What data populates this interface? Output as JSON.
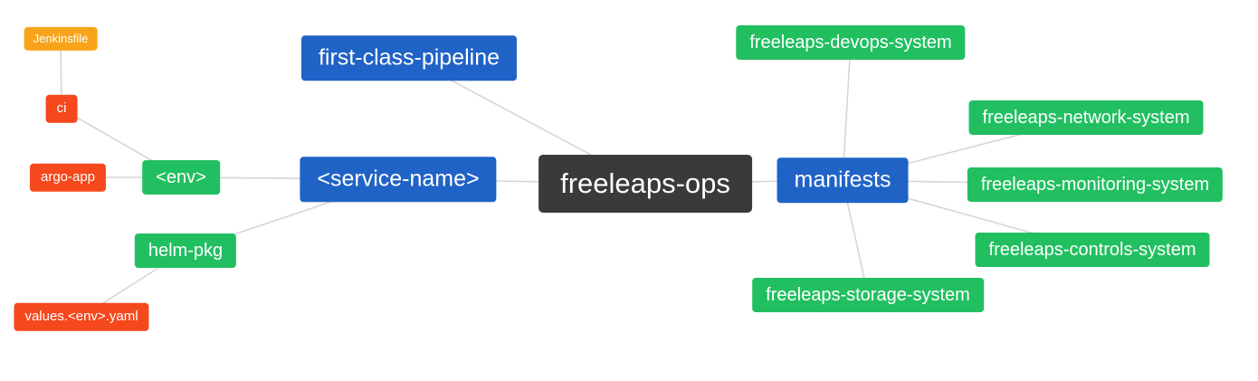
{
  "diagram": {
    "title": "freeleaps-ops repository structure mind map",
    "nodes": {
      "jenkinsfile": {
        "label": "Jenkinsfile",
        "color": "#f8a41b"
      },
      "ci": {
        "label": "ci",
        "color": "#f5481d"
      },
      "argo_app": {
        "label": "argo-app",
        "color": "#f5481d"
      },
      "env": {
        "label": "<env>",
        "color": "#22bf61"
      },
      "helm_pkg": {
        "label": "helm-pkg",
        "color": "#22bf61"
      },
      "values_yaml": {
        "label": "values.<env>.yaml",
        "color": "#f5481d"
      },
      "first_class_pipeline": {
        "label": "first-class-pipeline",
        "color": "#2063c6"
      },
      "service_name": {
        "label": "<service-name>",
        "color": "#2063c6"
      },
      "freeleaps_ops": {
        "label": "freeleaps-ops",
        "color": "#3a3a3a"
      },
      "manifests": {
        "label": "manifests",
        "color": "#2063c6"
      },
      "devops_system": {
        "label": "freeleaps-devops-system",
        "color": "#22bf61"
      },
      "network_system": {
        "label": "freeleaps-network-system",
        "color": "#22bf61"
      },
      "monitoring_system": {
        "label": "freeleaps-monitoring-system",
        "color": "#22bf61"
      },
      "controls_system": {
        "label": "freeleaps-controls-system",
        "color": "#22bf61"
      },
      "storage_system": {
        "label": "freeleaps-storage-system",
        "color": "#22bf61"
      }
    },
    "edges": [
      {
        "from": "jenkinsfile",
        "to": "ci"
      },
      {
        "from": "ci",
        "to": "env"
      },
      {
        "from": "argo_app",
        "to": "env"
      },
      {
        "from": "env",
        "to": "service_name"
      },
      {
        "from": "helm_pkg",
        "to": "service_name"
      },
      {
        "from": "values_yaml",
        "to": "helm_pkg"
      },
      {
        "from": "first_class_pipeline",
        "to": "freeleaps_ops"
      },
      {
        "from": "service_name",
        "to": "freeleaps_ops"
      },
      {
        "from": "freeleaps_ops",
        "to": "manifests"
      },
      {
        "from": "manifests",
        "to": "devops_system"
      },
      {
        "from": "manifests",
        "to": "network_system"
      },
      {
        "from": "manifests",
        "to": "monitoring_system"
      },
      {
        "from": "manifests",
        "to": "controls_system"
      },
      {
        "from": "manifests",
        "to": "storage_system"
      }
    ],
    "edge_color": "#d6d6d6"
  }
}
